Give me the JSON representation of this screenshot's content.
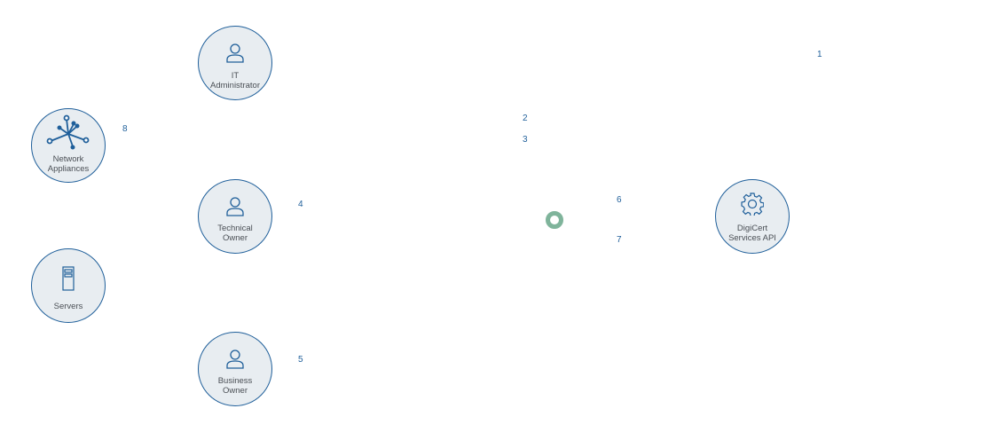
{
  "nodes": {
    "it_admin": {
      "line1": "IT",
      "line2": "Administrator"
    },
    "network": {
      "line1": "Network",
      "line2": "Appliances"
    },
    "technical": {
      "line1": "Technical",
      "line2": "Owner"
    },
    "servers": {
      "line1": "Servers"
    },
    "business": {
      "line1": "Business",
      "line2": "Owner"
    },
    "digicert": {
      "line1": "DigiCert",
      "line2": "Services API"
    }
  },
  "steps": [
    "1",
    "2",
    "3",
    "4",
    "5",
    "6",
    "7",
    "8"
  ],
  "colors": {
    "stroke": "#1f5f9a",
    "fill": "#e8edf1",
    "ring": "#7fb49b"
  }
}
